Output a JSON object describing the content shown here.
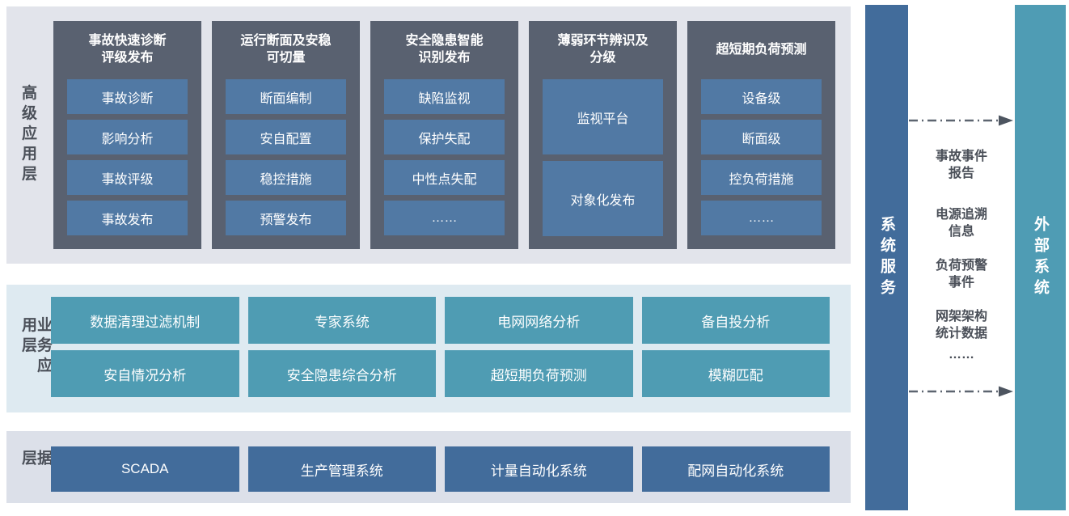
{
  "layers": {
    "advanced": {
      "label": "高级应用层",
      "columns": [
        {
          "title": "事故快速诊断\n评级发布",
          "cells": [
            "事故诊断",
            "影响分析",
            "事故评级",
            "事故发布"
          ]
        },
        {
          "title": "运行断面及安稳\n可切量",
          "cells": [
            "断面编制",
            "安自配置",
            "稳控措施",
            "预警发布"
          ]
        },
        {
          "title": "安全隐患智能\n识别发布",
          "cells": [
            "缺陷监视",
            "保护失配",
            "中性点失配",
            "……"
          ]
        },
        {
          "title": "薄弱环节辨识及\n分级",
          "cells": [
            "监视平台",
            "对象化发布"
          ]
        },
        {
          "title": "超短期负荷预测",
          "cells": [
            "设备级",
            "断面级",
            "控负荷措施",
            "……"
          ]
        }
      ]
    },
    "business": {
      "label": "业务应用层",
      "cells": [
        "数据清理过滤机制",
        "专家系统",
        "电网网络分析",
        "备自投分析",
        "安自情况分析",
        "安全隐患综合分析",
        "超短期负荷预测",
        "模糊匹配"
      ]
    },
    "data": {
      "label": "数据层",
      "cells": [
        "SCADA",
        "生产管理系统",
        "计量自动化系统",
        "配网自动化系统"
      ]
    }
  },
  "system_service": {
    "label": "系统服务"
  },
  "external_system": {
    "label": "外部系统"
  },
  "exchange": {
    "items": [
      "事故事件\n报告",
      "电源追溯\n信息",
      "负荷预警\n事件",
      "网架架构\n统计数据",
      "……"
    ]
  },
  "colors": {
    "advanced_bg": "#e2e4eb",
    "business_bg": "#deeaf1",
    "data_bg": "#dce0e9",
    "column_bg": "#596170",
    "cell_blue": "#5179a4",
    "cell_teal": "#4f9cb3",
    "cell_steel": "#426c9b",
    "service_bar": "#426c9b",
    "external_bar": "#4f9cb4",
    "label_text": "#4b5059",
    "arrow": "#5d6570"
  }
}
